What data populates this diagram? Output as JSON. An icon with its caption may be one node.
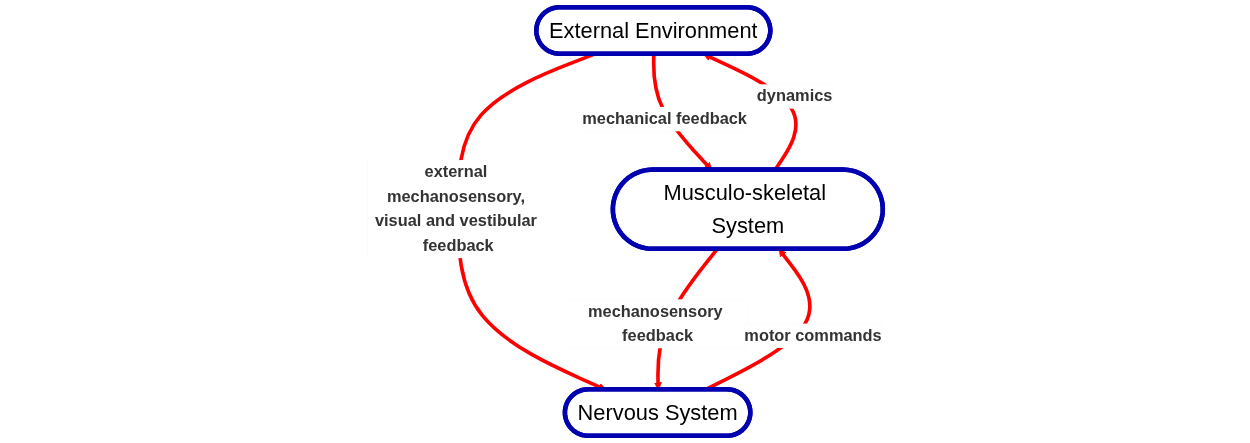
{
  "diagram": {
    "nodes": [
      {
        "text": [
          "External Environment"
        ]
      },
      {
        "text": [
          "Musculo-skeletal System"
        ]
      },
      {
        "text": [
          "Nervous System"
        ]
      }
    ],
    "edges": [
      {
        "from": 1,
        "to": 0,
        "arrow": "to",
        "label": "dynamics"
      },
      {
        "from": 0,
        "to": 1,
        "arrow": "to",
        "label": "mechanical feedback"
      },
      {
        "from": 0,
        "to": 2,
        "arrow": "to",
        "label": "external mechanosensory, visual and vestibular feedback"
      },
      {
        "from": 1,
        "to": 2,
        "arrow": "to",
        "label": "mechanosensory feedback"
      },
      {
        "from": 2,
        "to": 1,
        "arrow": "to",
        "label": "motor commands"
      }
    ]
  }
}
